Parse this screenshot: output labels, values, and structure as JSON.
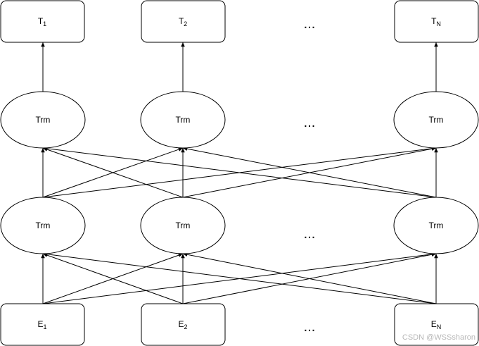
{
  "output_tokens": [
    {
      "base": "T",
      "sub": "1"
    },
    {
      "base": "T",
      "sub": "2"
    },
    {
      "base": "T",
      "sub": "N"
    }
  ],
  "input_embeddings": [
    {
      "base": "E",
      "sub": "1"
    },
    {
      "base": "E",
      "sub": "2"
    },
    {
      "base": "E",
      "sub": "N"
    }
  ],
  "transformer_label": "Trm",
  "ellipsis": "...",
  "watermark": "CSDN @WSSsharon"
}
